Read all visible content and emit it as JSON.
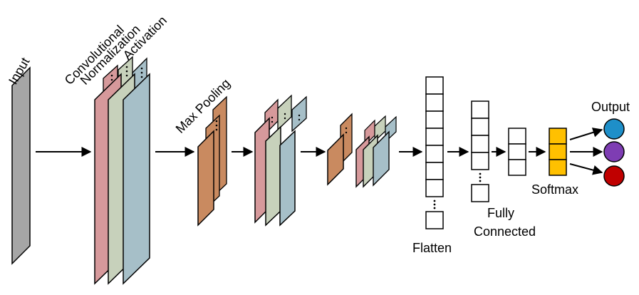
{
  "labels": {
    "input": "Input",
    "convolutional": "Convolutional",
    "normalization": "Normalization",
    "activation": "Activation",
    "max_pooling": "Max Pooling",
    "flatten": "Flatten",
    "fully": "Fully",
    "connected": "Connected",
    "softmax": "Softmax",
    "output": "Output"
  },
  "colors": {
    "input": "#a6a6a6",
    "convolutional": "#d6999b",
    "normalization": "#c7d1bb",
    "activation": "#a6bfc8",
    "max_pooling": "#c98a60",
    "softmax": "#ffc000",
    "output_nodes": [
      "#1e8fc9",
      "#7e3db3",
      "#c00000"
    ]
  },
  "icons": [
    "ellipsis-icon",
    "arrow-icon"
  ]
}
